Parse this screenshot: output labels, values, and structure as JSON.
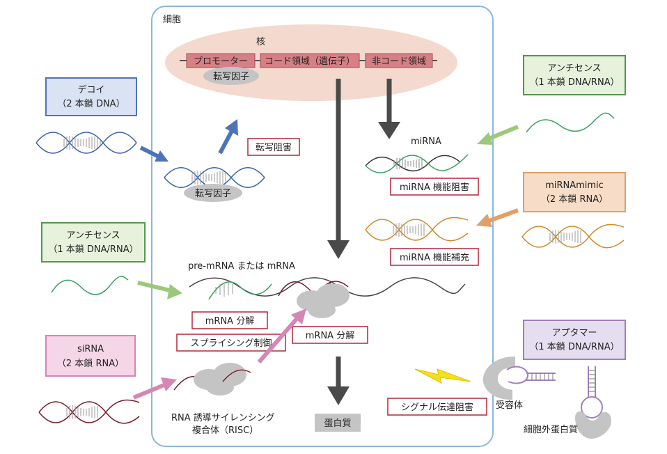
{
  "cell_label": "細胞",
  "nucleus_label": "核",
  "gene": {
    "promoter": "プロモーター",
    "coding": "コード領域（遺伝子）",
    "noncoding": "非コード領域",
    "tf": "転写因子"
  },
  "tf_label": "転写因子",
  "labels": {
    "mirna": "miRNA",
    "premrna": "pre-mRNA または mRNA",
    "risc_line1": "RNA 誘導サイレンシング",
    "risc_line2": "複合体（RISC）",
    "protein": "蛋白質",
    "receptor": "受容体",
    "extra_protein": "細胞外蛋白質"
  },
  "red_boxes": {
    "transcription_block": "転写阻害",
    "mirna_inhibit": "miRNA 機能阻害",
    "mirna_supplement": "miRNA 機能補充",
    "mrna_decomp_1": "mRNA 分解",
    "splicing_control": "スプライシング制御",
    "mrna_decomp_2": "mRNA 分解",
    "signal_block": "シグナル伝達阻害"
  },
  "side_boxes": {
    "decoy": {
      "line1": "デコイ",
      "line2": "（2 本鎖 DNA）"
    },
    "antisense_right": {
      "line1": "アンチセンス",
      "line2": "（1 本鎖 DNA/RNA）"
    },
    "mirnamimic": {
      "line1": "miRNAmimic",
      "line2": "（2 本鎖 RNA）"
    },
    "antisense_left": {
      "line1": "アンチセンス",
      "line2": "（1 本鎖 DNA/RNA）"
    },
    "sirna": {
      "line1": "siRNA",
      "line2": "（2 本鎖 RNA）"
    },
    "aptamer": {
      "line1": "アプタマー",
      "line2": "（1 本鎖 DNA/RNA）"
    }
  },
  "colors": {
    "blue": "#3a64a8",
    "green": "#3aa060",
    "orange": "#d08a2a",
    "pink": "#d486b4",
    "darkred": "#7a1b2a",
    "purple": "#a080c0"
  }
}
